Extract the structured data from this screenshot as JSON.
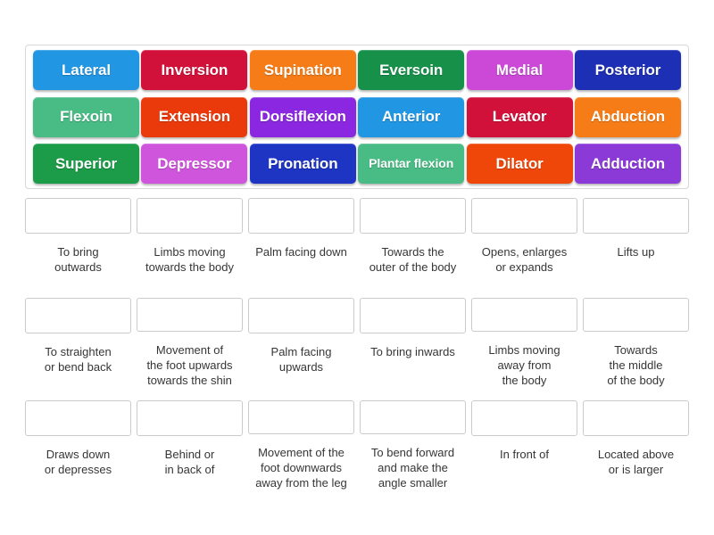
{
  "activity": {
    "type": "drag-and-drop-match",
    "tile_bank": {
      "rows": [
        [
          {
            "label": "Lateral",
            "color": "#2196e3"
          },
          {
            "label": "Inversion",
            "color": "#d2113a"
          },
          {
            "label": "Supination",
            "color": "#f57c16"
          },
          {
            "label": "Eversoin",
            "color": "#17904a"
          },
          {
            "label": "Medial",
            "color": "#cc49d8"
          },
          {
            "label": "Posterior",
            "color": "#1c2fb5"
          }
        ],
        [
          {
            "label": "Flexoin",
            "color": "#49bb84"
          },
          {
            "label": "Extension",
            "color": "#ea3a0c"
          },
          {
            "label": "Dorsiflexion",
            "color": "#8b27e0"
          },
          {
            "label": "Anterior",
            "color": "#2196e3"
          },
          {
            "label": "Levator",
            "color": "#d2113a"
          },
          {
            "label": "Abduction",
            "color": "#f57c16"
          }
        ],
        [
          {
            "label": "Superior",
            "color": "#1c9b48"
          },
          {
            "label": "Depressor",
            "color": "#d055dd"
          },
          {
            "label": "Pronation",
            "color": "#1e35c4"
          },
          {
            "label": "Plantar\nflexion",
            "color": "#49bb84",
            "small": true
          },
          {
            "label": "Dilator",
            "color": "#ee4709"
          },
          {
            "label": "Adduction",
            "color": "#8b3ad8"
          }
        ]
      ]
    },
    "answers": {
      "rows": [
        [
          {
            "label": "To bring\noutwards"
          },
          {
            "label": "Limbs moving\ntowards the body"
          },
          {
            "label": "Palm facing down"
          },
          {
            "label": "Towards the\nouter of the body"
          },
          {
            "label": "Opens, enlarges\nor expands"
          },
          {
            "label": "Lifts up"
          }
        ],
        [
          {
            "label": "To straighten\nor bend back"
          },
          {
            "label": "Movement of\nthe foot upwards\ntowards the shin"
          },
          {
            "label": "Palm facing\nupwards"
          },
          {
            "label": "To bring inwards"
          },
          {
            "label": "Limbs moving\naway from\nthe body"
          },
          {
            "label": "Towards\nthe middle\nof the body"
          }
        ],
        [
          {
            "label": "Draws down\nor depresses"
          },
          {
            "label": "Behind or\nin back of"
          },
          {
            "label": "Movement of the\nfoot downwards\naway from the leg"
          },
          {
            "label": "To bend forward\nand make the\nangle smaller"
          },
          {
            "label": "In front of"
          },
          {
            "label": "Located above\nor is larger"
          }
        ]
      ]
    }
  }
}
